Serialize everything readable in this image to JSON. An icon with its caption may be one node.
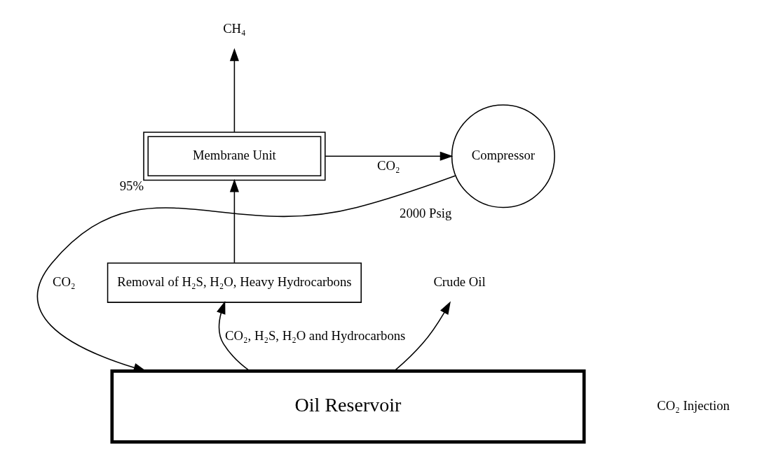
{
  "diagram": {
    "nodes": [
      {
        "text": [
          "Compressor"
        ],
        "beside": [
          "2000 Psig"
        ]
      },
      {
        "text": [
          "Membrane Unit"
        ],
        "beside": [
          "95%"
        ]
      },
      {
        "text": [
          "Removal of H₂S, H₂O, Heavy Hydrocarbons"
        ]
      },
      {
        "text": [
          "Oil Reservoir"
        ]
      },
      {
        "text": [
          "CH₄"
        ]
      },
      {
        "text": [
          "Crude Oil"
        ]
      }
    ],
    "edges": [
      {
        "from": 1,
        "to": 4,
        "arrow": "to"
      },
      {
        "from": 1,
        "to": 0,
        "arrow": "to",
        "label": "CO₂"
      },
      {
        "from": 0,
        "to": 3,
        "arrow": "to",
        "label": "CO₂"
      },
      {
        "from": 3,
        "to": 2,
        "arrow": "to",
        "label": "CO₂, H₂S, H₂O and Hydrocarbons"
      },
      {
        "from": 3,
        "to": 5,
        "arrow": "to"
      },
      {
        "from": 2,
        "to": 1,
        "arrow": "to"
      }
    ],
    "labels": [
      "CO₂ Injection"
    ]
  }
}
